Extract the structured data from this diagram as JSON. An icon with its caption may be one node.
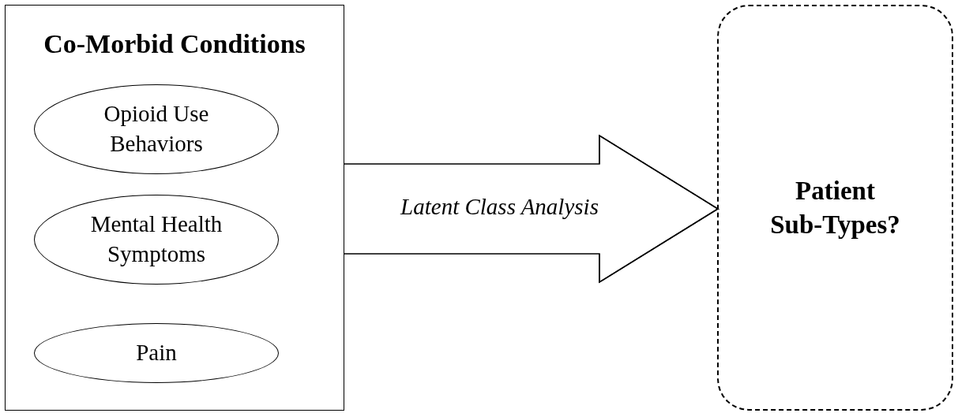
{
  "diagram": {
    "nodes": [
      {
        "text": [
          "Co-Morbid Conditions"
        ]
      },
      {
        "text": [
          "Opioid Use Behaviors"
        ],
        "in": 0
      },
      {
        "text": [
          "Mental Health Symptoms"
        ],
        "in": 0
      },
      {
        "text": [
          "Pain"
        ],
        "in": 0
      },
      {
        "text": [
          "Patient Sub-Types?"
        ]
      }
    ],
    "edges": [
      {
        "from": 0,
        "to": 4,
        "arrow": "to",
        "label": "Latent Class Analysis"
      }
    ]
  }
}
